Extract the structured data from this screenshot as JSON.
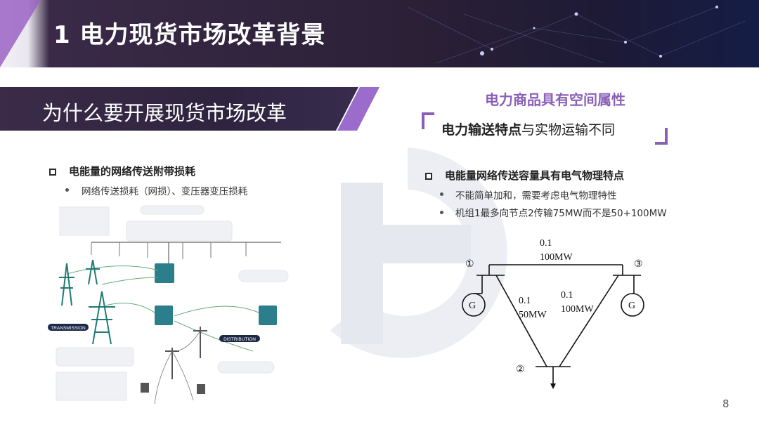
{
  "header": {
    "title": "1 电力现货市场改革背景"
  },
  "banner": {
    "title": "为什么要开展现货市场改革"
  },
  "right_heading": {
    "property": "电力商品具有空间属性",
    "transport_bold": "电力输送特点",
    "transport_rest": "与实物运输不同"
  },
  "left_section": {
    "title": "电能量的网络传送附带损耗",
    "items": [
      "网络传送损耗（网损）、变压器变压损耗"
    ]
  },
  "right_section": {
    "title": "电能量网络传送容量具有电气物理特点",
    "items": [
      "不能简单加和，需要考虑电气物理特性",
      "机组1最多向节点2传输75MW而不是50+100MW"
    ]
  },
  "illustration": {
    "labels": {
      "transmission": "TRANSMISSION",
      "distribution": "DISTRIBUTION"
    }
  },
  "network_diagram": {
    "nodes": {
      "n1": "①",
      "n2": "②",
      "n3": "③"
    },
    "generator_label": "G",
    "line_13": {
      "impedance": "0.1",
      "capacity": "100MW"
    },
    "line_12": {
      "impedance": "0.1",
      "capacity": "50MW"
    },
    "line_32": {
      "impedance": "0.1",
      "capacity": "100MW"
    }
  },
  "page_number": "8",
  "colors": {
    "accent_purple": "#8a5fb8",
    "header_dark": "#2b2036",
    "teal": "#1f7a72"
  }
}
